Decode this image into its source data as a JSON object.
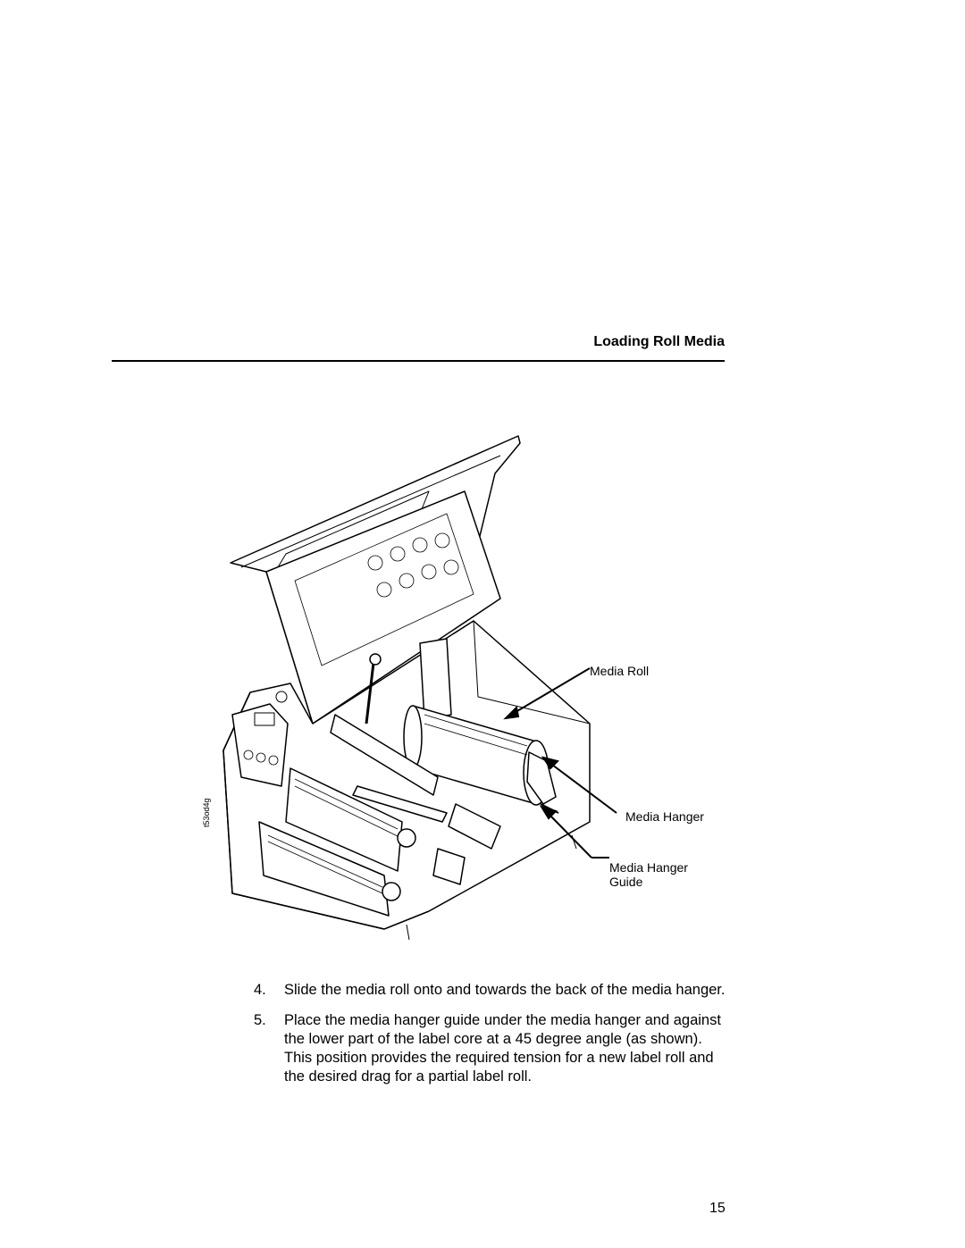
{
  "header": {
    "title": "Loading Roll Media"
  },
  "figure": {
    "callouts": {
      "media_roll": "Media Roll",
      "media_hanger": "Media Hanger",
      "media_hanger_guide_line1": "Media Hanger",
      "media_hanger_guide_line2": "Guide"
    },
    "figure_code": "t53od4g"
  },
  "steps": [
    {
      "number": "4.",
      "text": "Slide the media roll onto and towards the back of the media hanger."
    },
    {
      "number": "5.",
      "text": "Place the media hanger guide under the media hanger and against the lower part of the label core at a 45 degree angle (as shown). This position provides the required tension for a new label roll and the desired drag for a partial label roll."
    }
  ],
  "footer": {
    "page_number": "15"
  }
}
